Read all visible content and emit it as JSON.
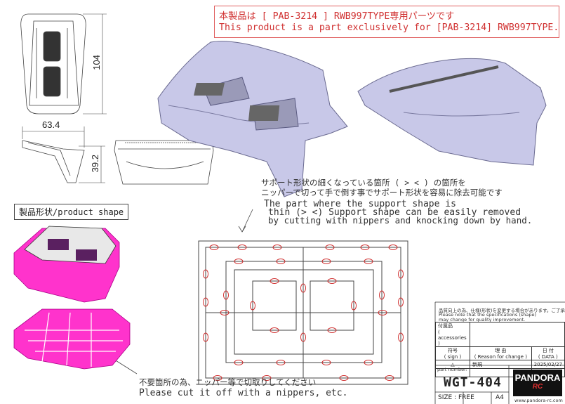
{
  "notice": {
    "jp": "本製品は [ PAB-3214 ] RWB997TYPE専用パーツです",
    "en": "This product is a part exclusively for [PAB-3214] RWB997TYPE."
  },
  "dimensions": {
    "height": "104",
    "width": "63.4",
    "depth": "39.2"
  },
  "support_note": {
    "jp_line1": "サポート形状の細くなっている箇所 ( > < ) の箇所を",
    "jp_line2": "ニッパーで切って手で倒す事でサポート形状を容易に除去可能です",
    "en_line1": "The part where the support shape is",
    "en_line2": "thin (> <) Support shape can be easily removed",
    "en_line3": "by cutting with nippers and knocking down by hand."
  },
  "product_shape_label": "製品形状/product shape",
  "cut_note": {
    "jp": "不要箇所の為、ニッパー等で切取りしてください",
    "en": "Please cut it off with a nippers, etc."
  },
  "title_block": {
    "spec_jp": "品質向上の為、仕様(形状)を変更する場合があります。ご了承ください。",
    "spec_en1": "Please note that the specifications (shape)",
    "spec_en2": "may change for quality improvement.",
    "accessories_jp": "付属品",
    "accessories_en": "( accessories )",
    "sign_jp": "符号",
    "sign_en": "( sign )",
    "reason_jp": "理 由",
    "reason_en": "( Reason for change )",
    "date_jp": "日 付",
    "date_en": "( DATA )",
    "new_label": "新規",
    "date_value": "2025/02/27",
    "part_number_label": "part number:",
    "part_number": "WGT-404",
    "size_label": "SIZE : FREE",
    "paper": "A4",
    "logo_text": "PANDORA",
    "logo_sub": "RC",
    "url": "www.pandora-rc.com"
  },
  "colors": {
    "notice_red": "#d03030",
    "product_magenta": "#ff33cc",
    "part_lavender": "#c8c8e8"
  },
  "icons": [
    "warning-icon"
  ]
}
